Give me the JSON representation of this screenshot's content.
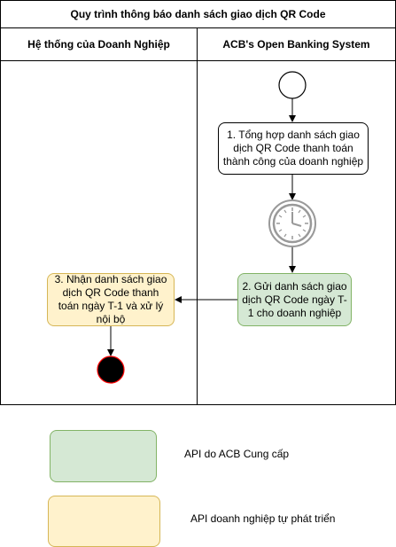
{
  "title": "Quy trình thông báo danh sách giao dịch QR Code",
  "lanes": {
    "left": "Hệ thống của Doanh Nghiệp",
    "right": "ACB's Open Banking  System"
  },
  "steps": {
    "step1": "1. Tổng hợp danh sách giao dịch QR Code thanh toán thành công của doanh nghiệp",
    "step2": "2. Gửi danh sách giao dịch QR Code ngày T-1 cho doanh nghiệp",
    "step3": "3. Nhận danh sách giao dịch QR Code thanh toán ngày T-1 và xử lý nội bộ"
  },
  "legend": {
    "green_label": "API do ACB Cung cấp",
    "yellow_label": "API doanh nghiệp tự phát triển"
  },
  "colors": {
    "green_fill": "#d5e8d4",
    "green_stroke": "#82b366",
    "yellow_fill": "#fff2cc",
    "yellow_stroke": "#d6b656",
    "end_stroke": "#ff0000",
    "timer_gray": "#999999"
  },
  "icons": {
    "start": "start-circle-icon",
    "timer": "clock-icon",
    "end": "end-circle-icon"
  }
}
